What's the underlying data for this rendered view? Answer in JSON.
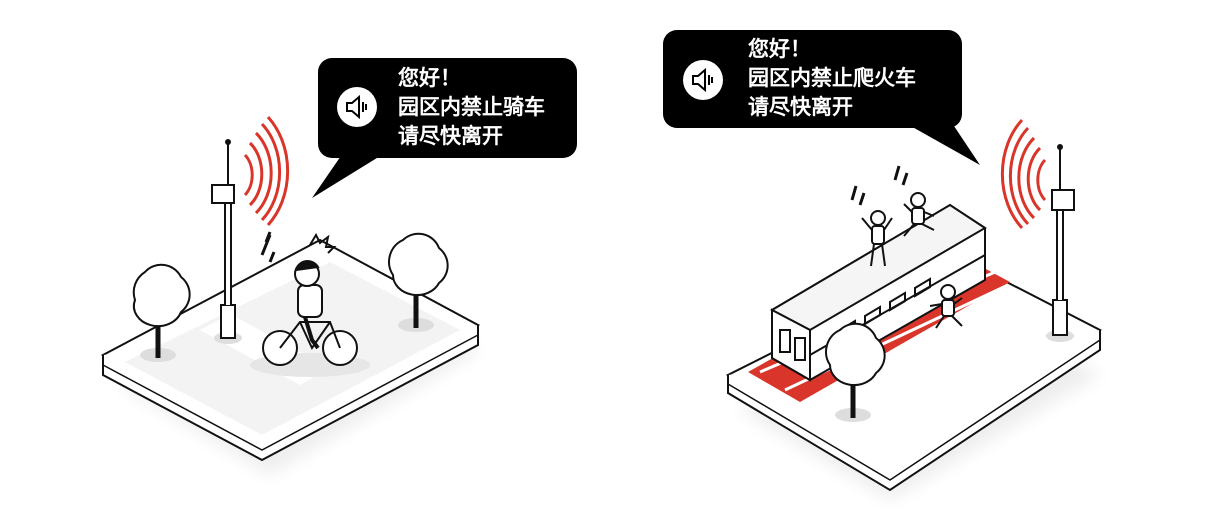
{
  "scenes": [
    {
      "name": "bicycle-prohibited",
      "speaker_icon": "speaker-icon",
      "lines": [
        "您好！",
        "园区内禁止骑车",
        "请尽快离开"
      ]
    },
    {
      "name": "train-climbing-prohibited",
      "speaker_icon": "speaker-icon",
      "lines": [
        "您好！",
        "园区内禁止爬火车",
        "请尽快离开"
      ]
    }
  ],
  "colors": {
    "signal": "#d9352a",
    "bubble": "#000000",
    "track": "#d9352a"
  }
}
